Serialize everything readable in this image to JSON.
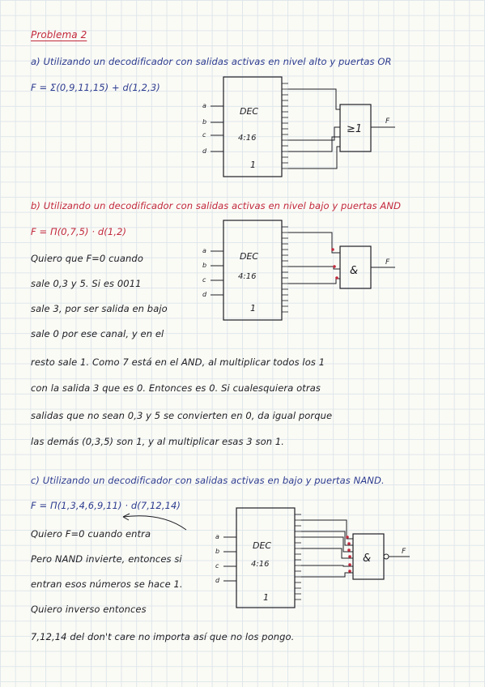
{
  "title": "Problema 2",
  "a": {
    "heading": "a) Utilizando un decodificador con salidas activas en nivel alto y puertas OR",
    "function": "F = Σ(0,9,11,15) + d(1,2,3)",
    "gate_label": "≥1"
  },
  "b": {
    "heading": "b) Utilizando un decodificador con salidas activas en nivel bajo y puertas AND",
    "function": "F = Π(0,7,5) · d(1,2)",
    "gate_label": "&",
    "lines": [
      "Quiero que F=0 cuando",
      "sale 0,3 y 5. Si es 0011",
      "sale 3, por ser salida en bajo",
      "sale 0 por ese canal, y en el",
      "resto sale 1. Como 7 está en el AND, al multiplicar todos los 1",
      "con la salida 3 que es 0. Entonces es 0. Si cualesquiera otras",
      "salidas que no sean 0,3 y 5 se convierten en 0, da igual porque",
      "las demás (0,3,5) son 1, y al multiplicar esas 3 son 1."
    ]
  },
  "c": {
    "heading": "c) Utilizando un decodificador con salidas activas en bajo y puertas NAND.",
    "function": "F = Π(1,3,4,6,9,11) · d(7,12,14)",
    "gate_label": "&",
    "lines": [
      "Quiero F=0 cuando entra",
      "Pero NAND invierte, entonces si",
      "entran esos números se hace 1.",
      "Quiero inverso entonces",
      "7,12,14 del don't care no importa así que no los pongo."
    ]
  },
  "decoder": {
    "name": "DEC",
    "ratio": "4:16",
    "enable": "1",
    "inputs": [
      "a",
      "b",
      "c",
      "d"
    ]
  },
  "output_label": "F"
}
